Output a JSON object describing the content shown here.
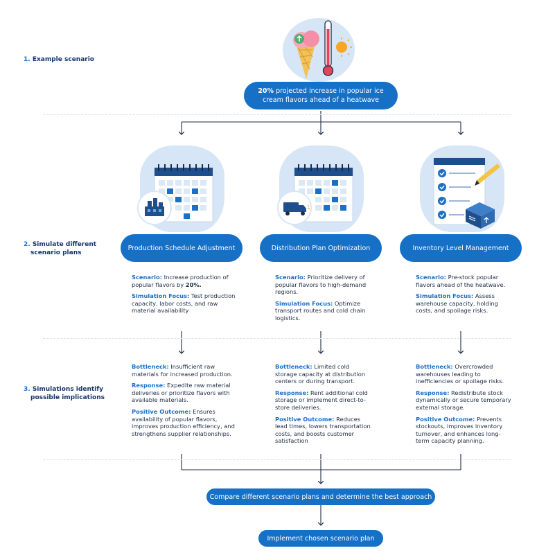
{
  "steps": {
    "s1": {
      "num": "1.",
      "text": "Example scenario"
    },
    "s2": {
      "num": "2.",
      "line1": "Simulate different",
      "line2": "scenario plans"
    },
    "s3": {
      "num": "3.",
      "line1": "Simulations identify",
      "line2": "possible implications"
    }
  },
  "scenario": {
    "highlight": "20%",
    "rest_line1": " projected increase in popular ice",
    "line2": "cream flavors ahead of a heatwave"
  },
  "plans": [
    {
      "title": "Production Schedule Adjustment",
      "scenario_label": "Scenario:",
      "scenario_text_a": " Increase production of popular flavors by ",
      "scenario_strong": "20%.",
      "focus_label": "Simulation Focus:",
      "focus_text": " Test production capacity, labor costs, and raw material availability",
      "bottleneck_label": "Bottleneck:",
      "bottleneck_text": " Insufficient raw materials for increased production.",
      "response_label": "Response:",
      "response_text": " Expedite raw material deliveries or prioritize flavors with available materials.",
      "outcome_label": "Positive Outcome:",
      "outcome_text": " Ensures availability of popular flavors, improves production efficiency, and strengthens supplier relationships."
    },
    {
      "title": "Distribution Plan Optimization",
      "scenario_label": "Scenario:",
      "scenario_text_a": " Prioritize delivery of popular flavors to high-demand regions.",
      "scenario_strong": "",
      "focus_label": "Simulation Focus:",
      "focus_text": " Optimize transport routes and cold chain logistics.",
      "bottleneck_label": "Bottleneck:",
      "bottleneck_text": " Limited cold storage capacity at distribution centers or during transport.",
      "response_label": "Response:",
      "response_text": " Rent additional cold storage or implement direct-to-store deliveries.",
      "outcome_label": "Positive Outcome:",
      "outcome_text": " Reduces lead times, lowers transportation costs, and boosts customer satisfaction"
    },
    {
      "title": "Inventory Level Management",
      "scenario_label": "Scenario:",
      "scenario_text_a": " Pre-stock popular flavors ahead of the heatwave.",
      "scenario_strong": "",
      "focus_label": "Simulation Focus:",
      "focus_text": " Assess warehouse capacity, holding costs, and spoilage risks.",
      "bottleneck_label": "Bottleneck:",
      "bottleneck_text": " Overcrowded warehouses leading to inefficiencies or spoilage risks.",
      "response_label": "Response:",
      "response_text": " Redistribute stock dynamically or secure temporary external storage.",
      "outcome_label": "Positive Outcome:",
      "outcome_text": " Prevents stockouts, improves inventory turnover, and enhances long-term capacity planning."
    }
  ],
  "compare": "Compare different scenario plans and determine the best approach",
  "implement": "Implement chosen scenario plan",
  "colors": {
    "primary": "#1570c6",
    "accent": "#1b6fc5",
    "blob": "#d7e6f6",
    "navy": "#16366b"
  }
}
